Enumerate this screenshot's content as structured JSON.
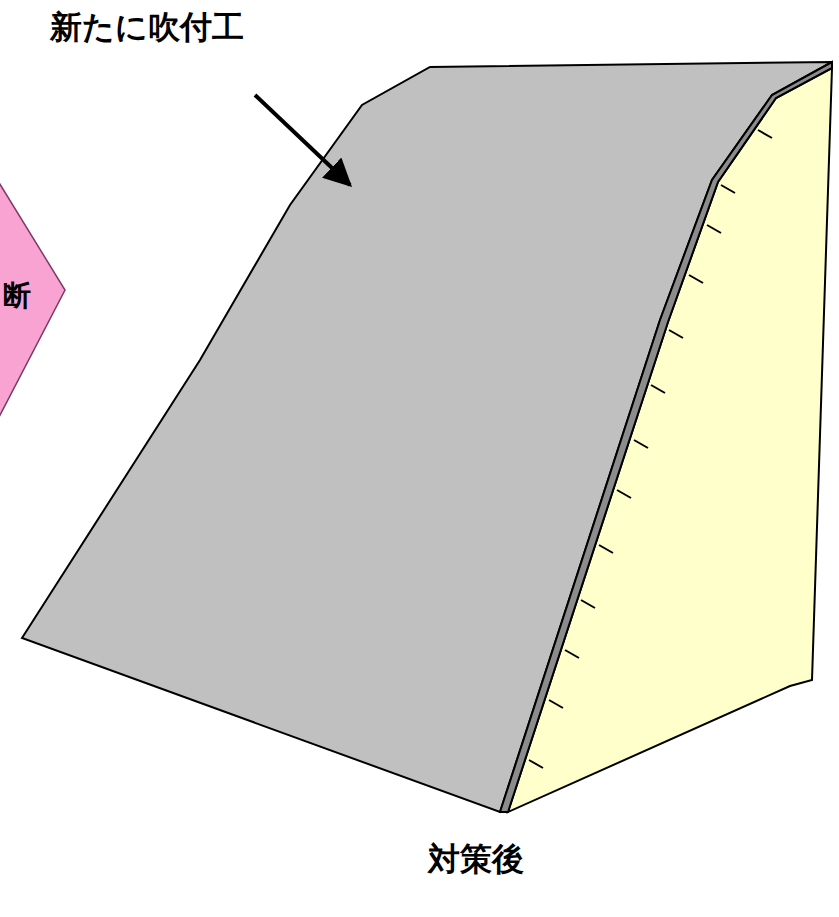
{
  "diagram": {
    "caption": "対策後",
    "nodes": [
      {
        "text": [
          "断"
        ]
      }
    ],
    "labels": [
      "新たに吹付工"
    ]
  }
}
